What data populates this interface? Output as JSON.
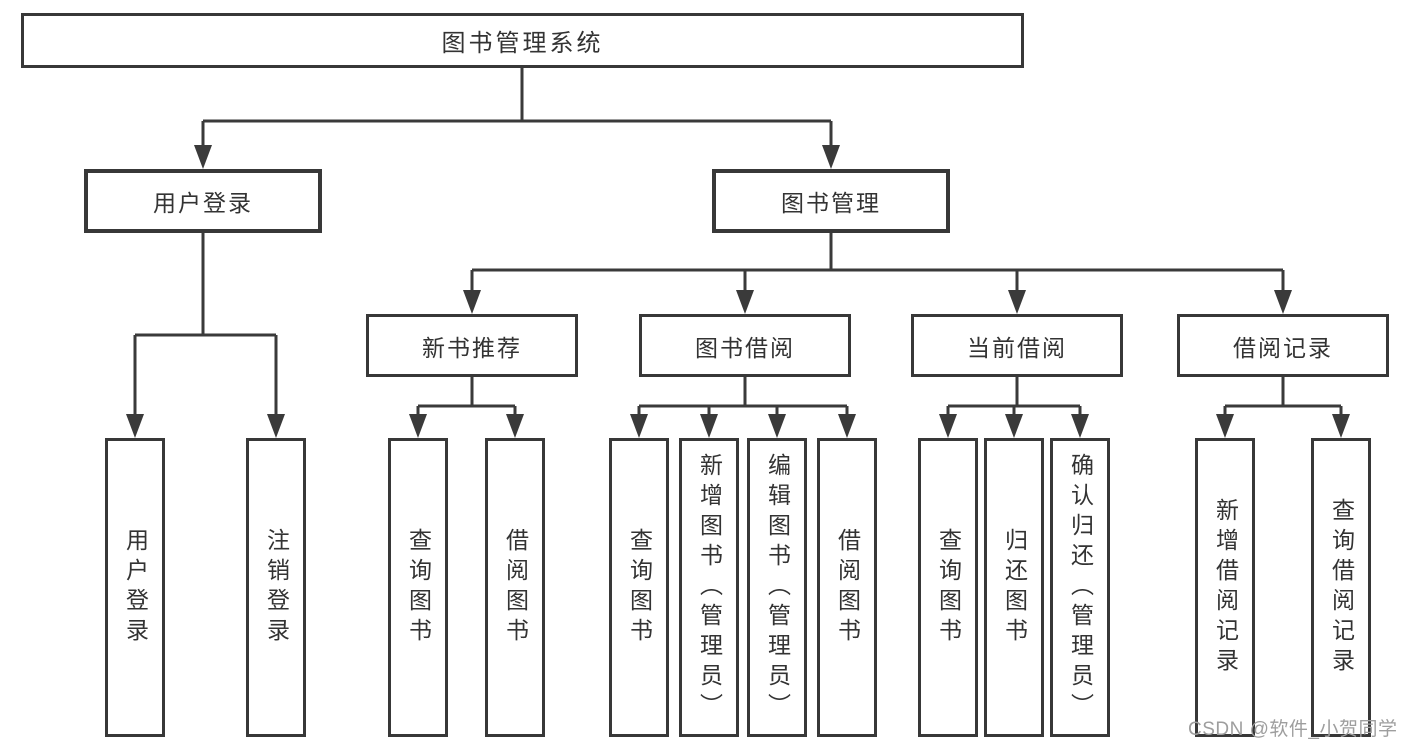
{
  "diagram_title": "图书管理系统",
  "root": {
    "label": "图书管理系统"
  },
  "level2": [
    {
      "label": "用户登录"
    },
    {
      "label": "图书管理"
    }
  ],
  "level3": [
    {
      "label": "新书推荐",
      "parent": "图书管理"
    },
    {
      "label": "图书借阅",
      "parent": "图书管理"
    },
    {
      "label": "当前借阅",
      "parent": "图书管理"
    },
    {
      "label": "借阅记录",
      "parent": "图书管理"
    }
  ],
  "leaves": [
    {
      "label": "用户登录",
      "parent": "用户登录"
    },
    {
      "label": "注销登录",
      "parent": "用户登录"
    },
    {
      "label": "查询图书",
      "parent": "新书推荐"
    },
    {
      "label": "借阅图书",
      "parent": "新书推荐"
    },
    {
      "label": "查询图书",
      "parent": "图书借阅"
    },
    {
      "label": "新增图书（管理员）",
      "parent": "图书借阅"
    },
    {
      "label": "编辑图书（管理员）",
      "parent": "图书借阅"
    },
    {
      "label": "借阅图书",
      "parent": "图书借阅"
    },
    {
      "label": "查询图书",
      "parent": "当前借阅"
    },
    {
      "label": "归还图书",
      "parent": "当前借阅"
    },
    {
      "label": "确认归还（管理员）",
      "parent": "当前借阅"
    },
    {
      "label": "新增借阅记录",
      "parent": "借阅记录"
    },
    {
      "label": "查询借阅记录",
      "parent": "借阅记录"
    }
  ],
  "watermark": {
    "text": "CSDN @软件_小贺同学"
  },
  "colors": {
    "line": "#3a3a3a",
    "border": "#383838",
    "text": "#333333",
    "watermark": "#9e9e9e",
    "background": "#ffffff"
  }
}
